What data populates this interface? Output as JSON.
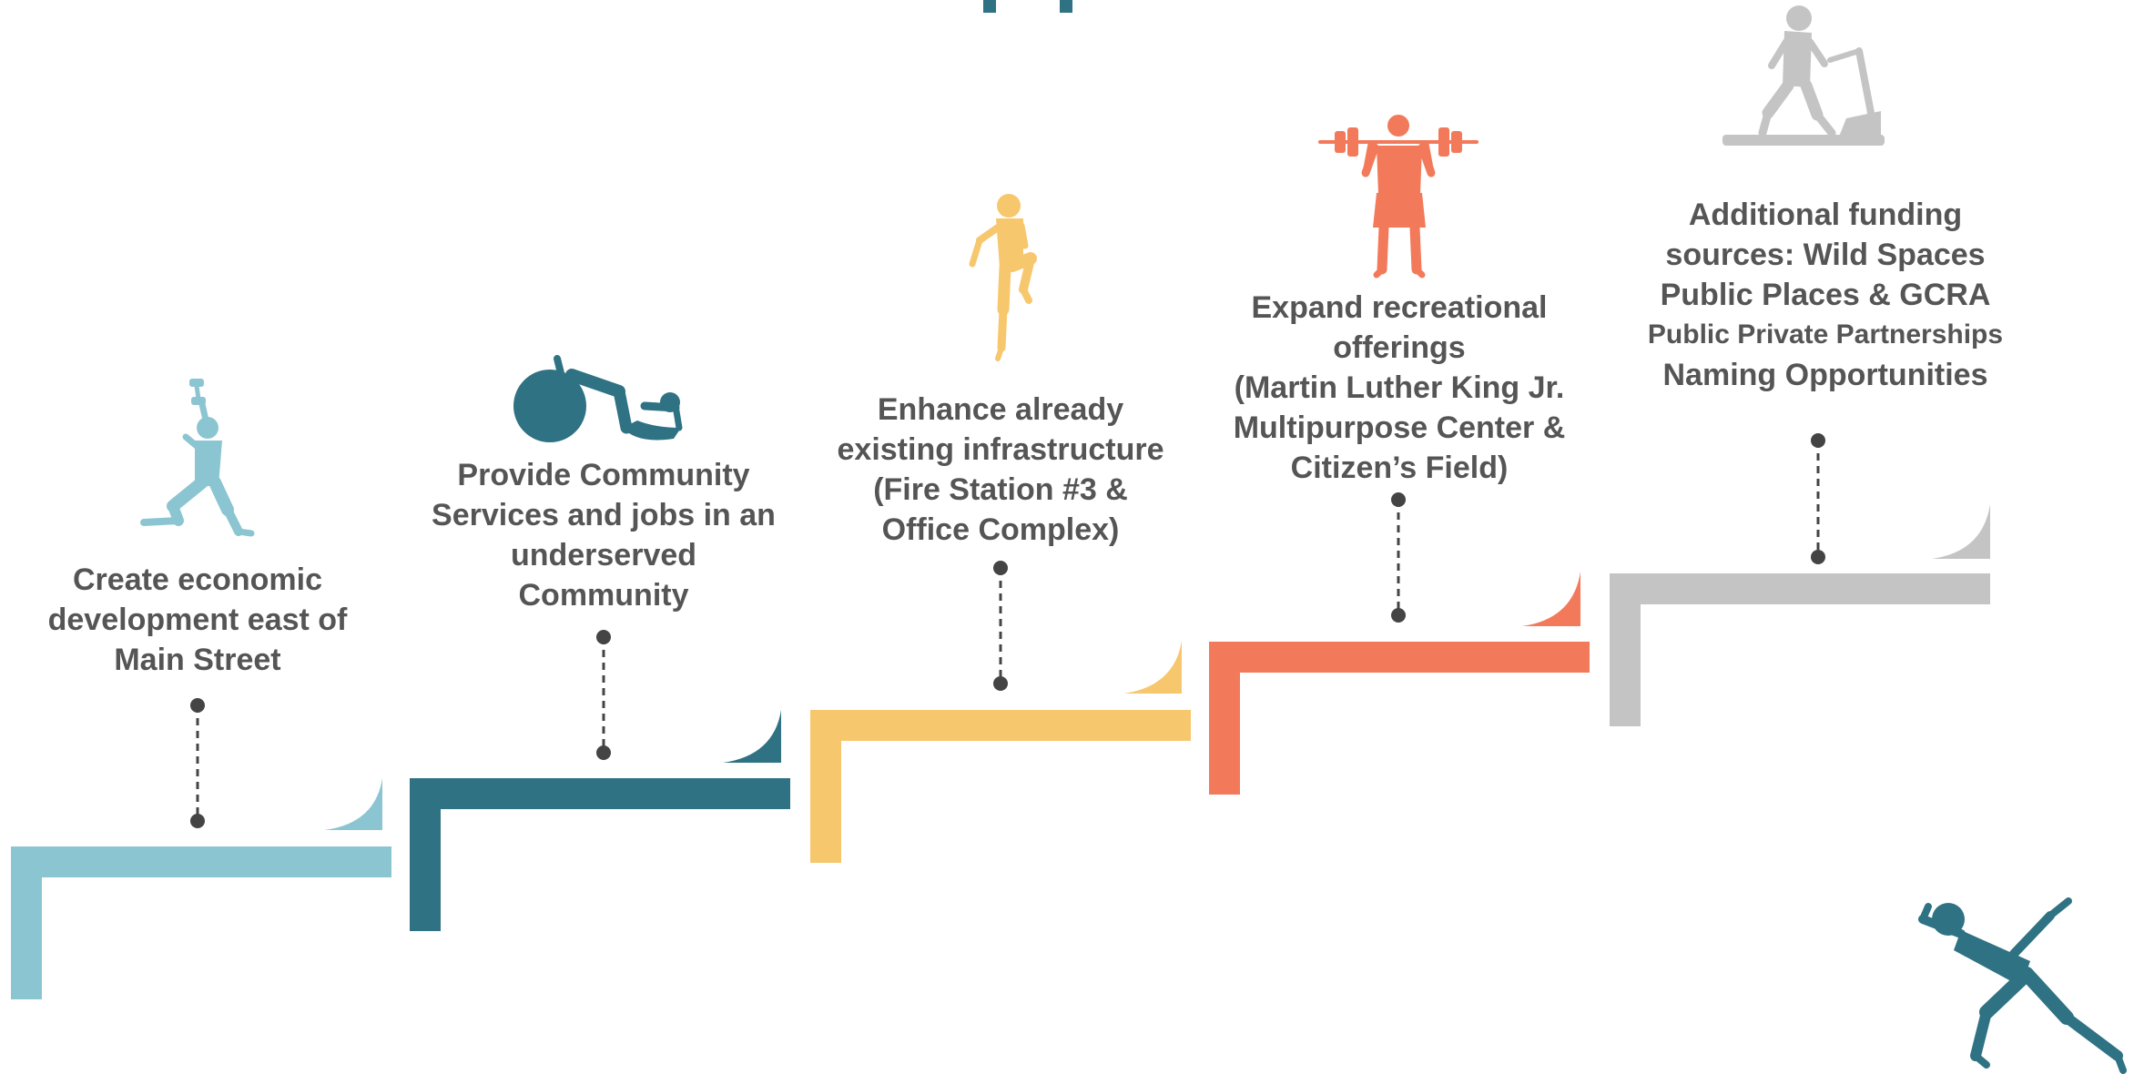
{
  "colors": {
    "step1": "#8CC5D2",
    "step2": "#2E7284",
    "step3": "#F7C76D",
    "step4": "#F27A5A",
    "step5": "#C4C4C4",
    "text": "#555555",
    "connector": "#444444"
  },
  "steps": [
    {
      "id": "step-1",
      "icon": "lunge-dumbbell-icon",
      "lines": [
        "Create economic",
        "development east of",
        "Main Street"
      ]
    },
    {
      "id": "step-2",
      "icon": "exercise-ball-icon",
      "lines": [
        "Provide Community",
        "Services and jobs in an",
        "underserved",
        "Community"
      ]
    },
    {
      "id": "step-3",
      "icon": "high-knee-icon",
      "lines": [
        "Enhance already",
        "existing infrastructure",
        "(Fire Station #3 &",
        "Office Complex)"
      ]
    },
    {
      "id": "step-4",
      "icon": "barbell-lift-icon",
      "lines": [
        "Expand recreational",
        "offerings",
        "(Martin Luther King Jr.",
        "Multipurpose Center &",
        "Citizen’s Field)"
      ]
    },
    {
      "id": "step-5",
      "icon": "treadmill-runner-icon",
      "lines": [
        "Additional funding",
        "sources: Wild Spaces",
        "Public Places & GCRA",
        "Public Private Partnerships",
        "Naming Opportunities"
      ]
    }
  ],
  "decorations": {
    "top_mark_icon": "top-bracket-mark-icon",
    "sprinter_icon": "sprinter-icon"
  }
}
